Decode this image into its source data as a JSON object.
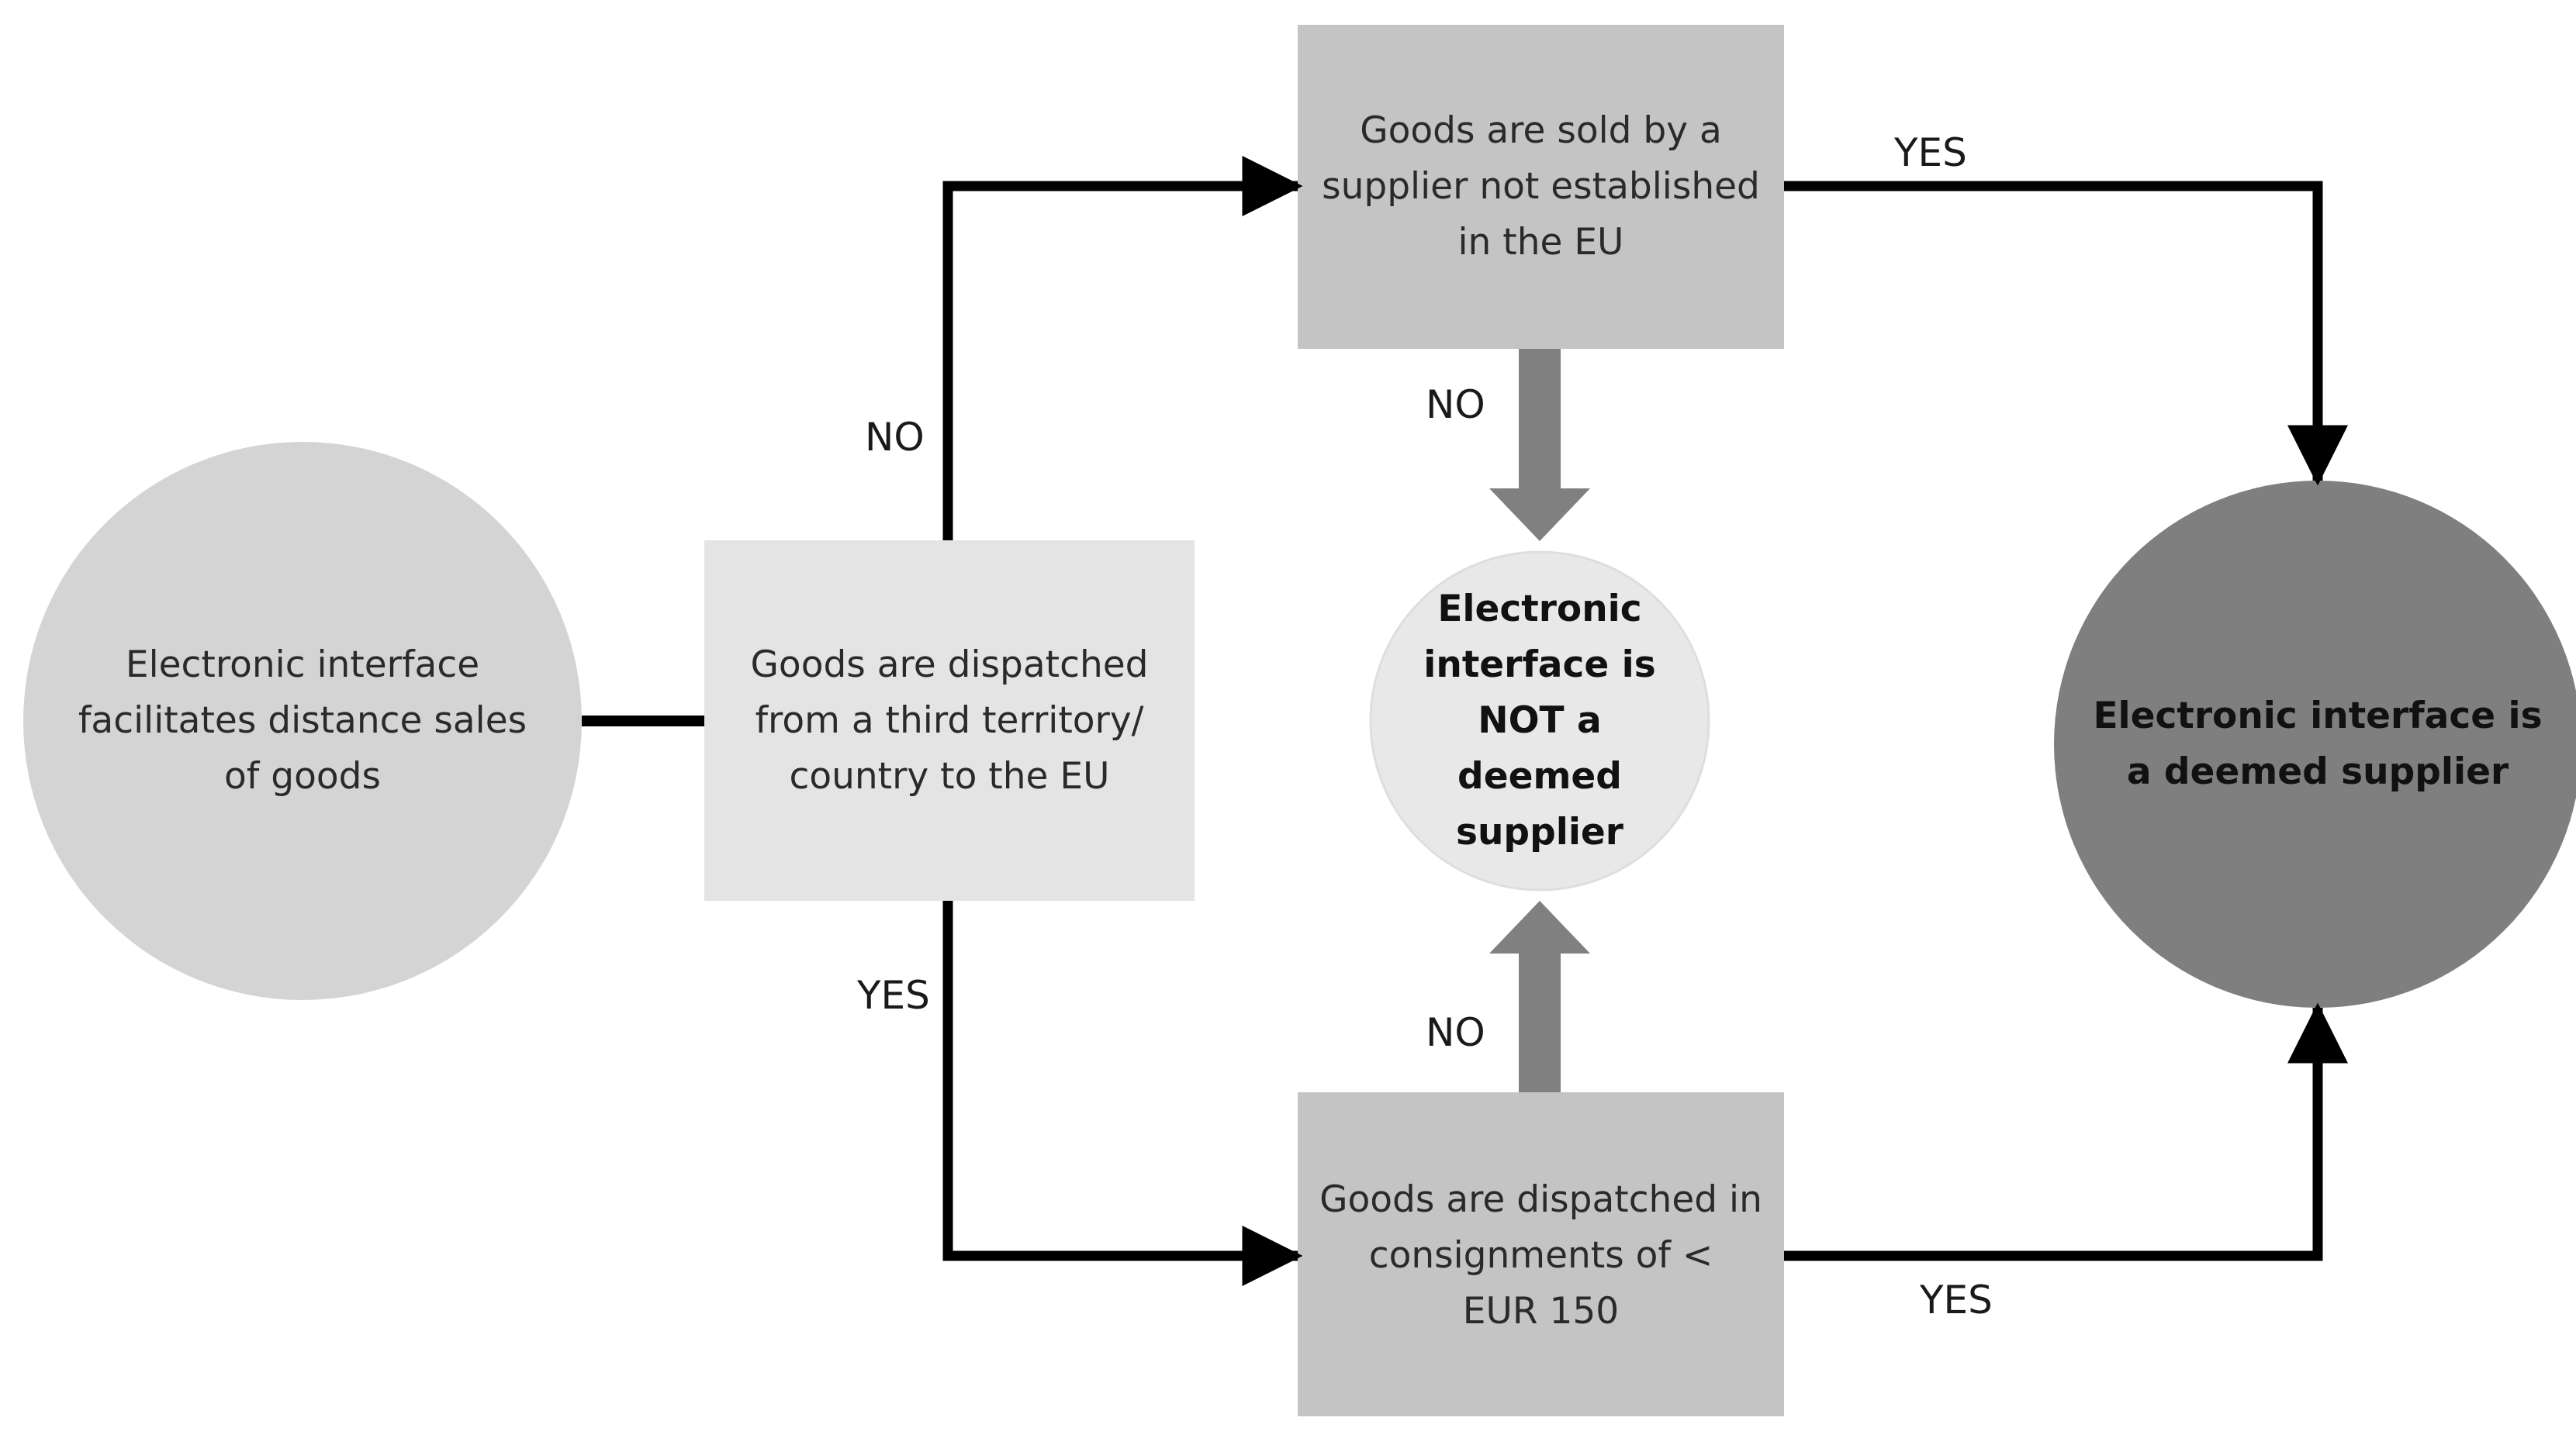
{
  "nodes": {
    "start": {
      "text": "Electronic interface\nfacilitates distance sales\nof goods",
      "fill": "#d4d4d4"
    },
    "dispatched_third": {
      "text": "Goods are dispatched\nfrom a third territory/\ncountry to the EU",
      "fill": "#e4e4e4"
    },
    "not_established": {
      "text": "Goods are sold by a\nsupplier not established\nin the EU",
      "fill": "#c4c4c4"
    },
    "not_deemed": {
      "text": "Electronic\ninterface is\nNOT a\ndeemed\nsupplier",
      "fill": "#e8e8e8"
    },
    "consignments": {
      "text": "Goods are dispatched in\nconsignments of <\nEUR 150",
      "fill": "#c4c4c4"
    },
    "deemed": {
      "text": "Electronic interface is\na deemed supplier",
      "fill": "#7f7f7f"
    }
  },
  "edges": {
    "no_up": "NO",
    "yes_down": "YES",
    "yes_top_right": "YES",
    "no_top_center": "NO",
    "no_bottom_center": "NO",
    "yes_bottom_right": "YES"
  },
  "colors": {
    "connector": "#000000",
    "block_arrow": "#808080"
  }
}
